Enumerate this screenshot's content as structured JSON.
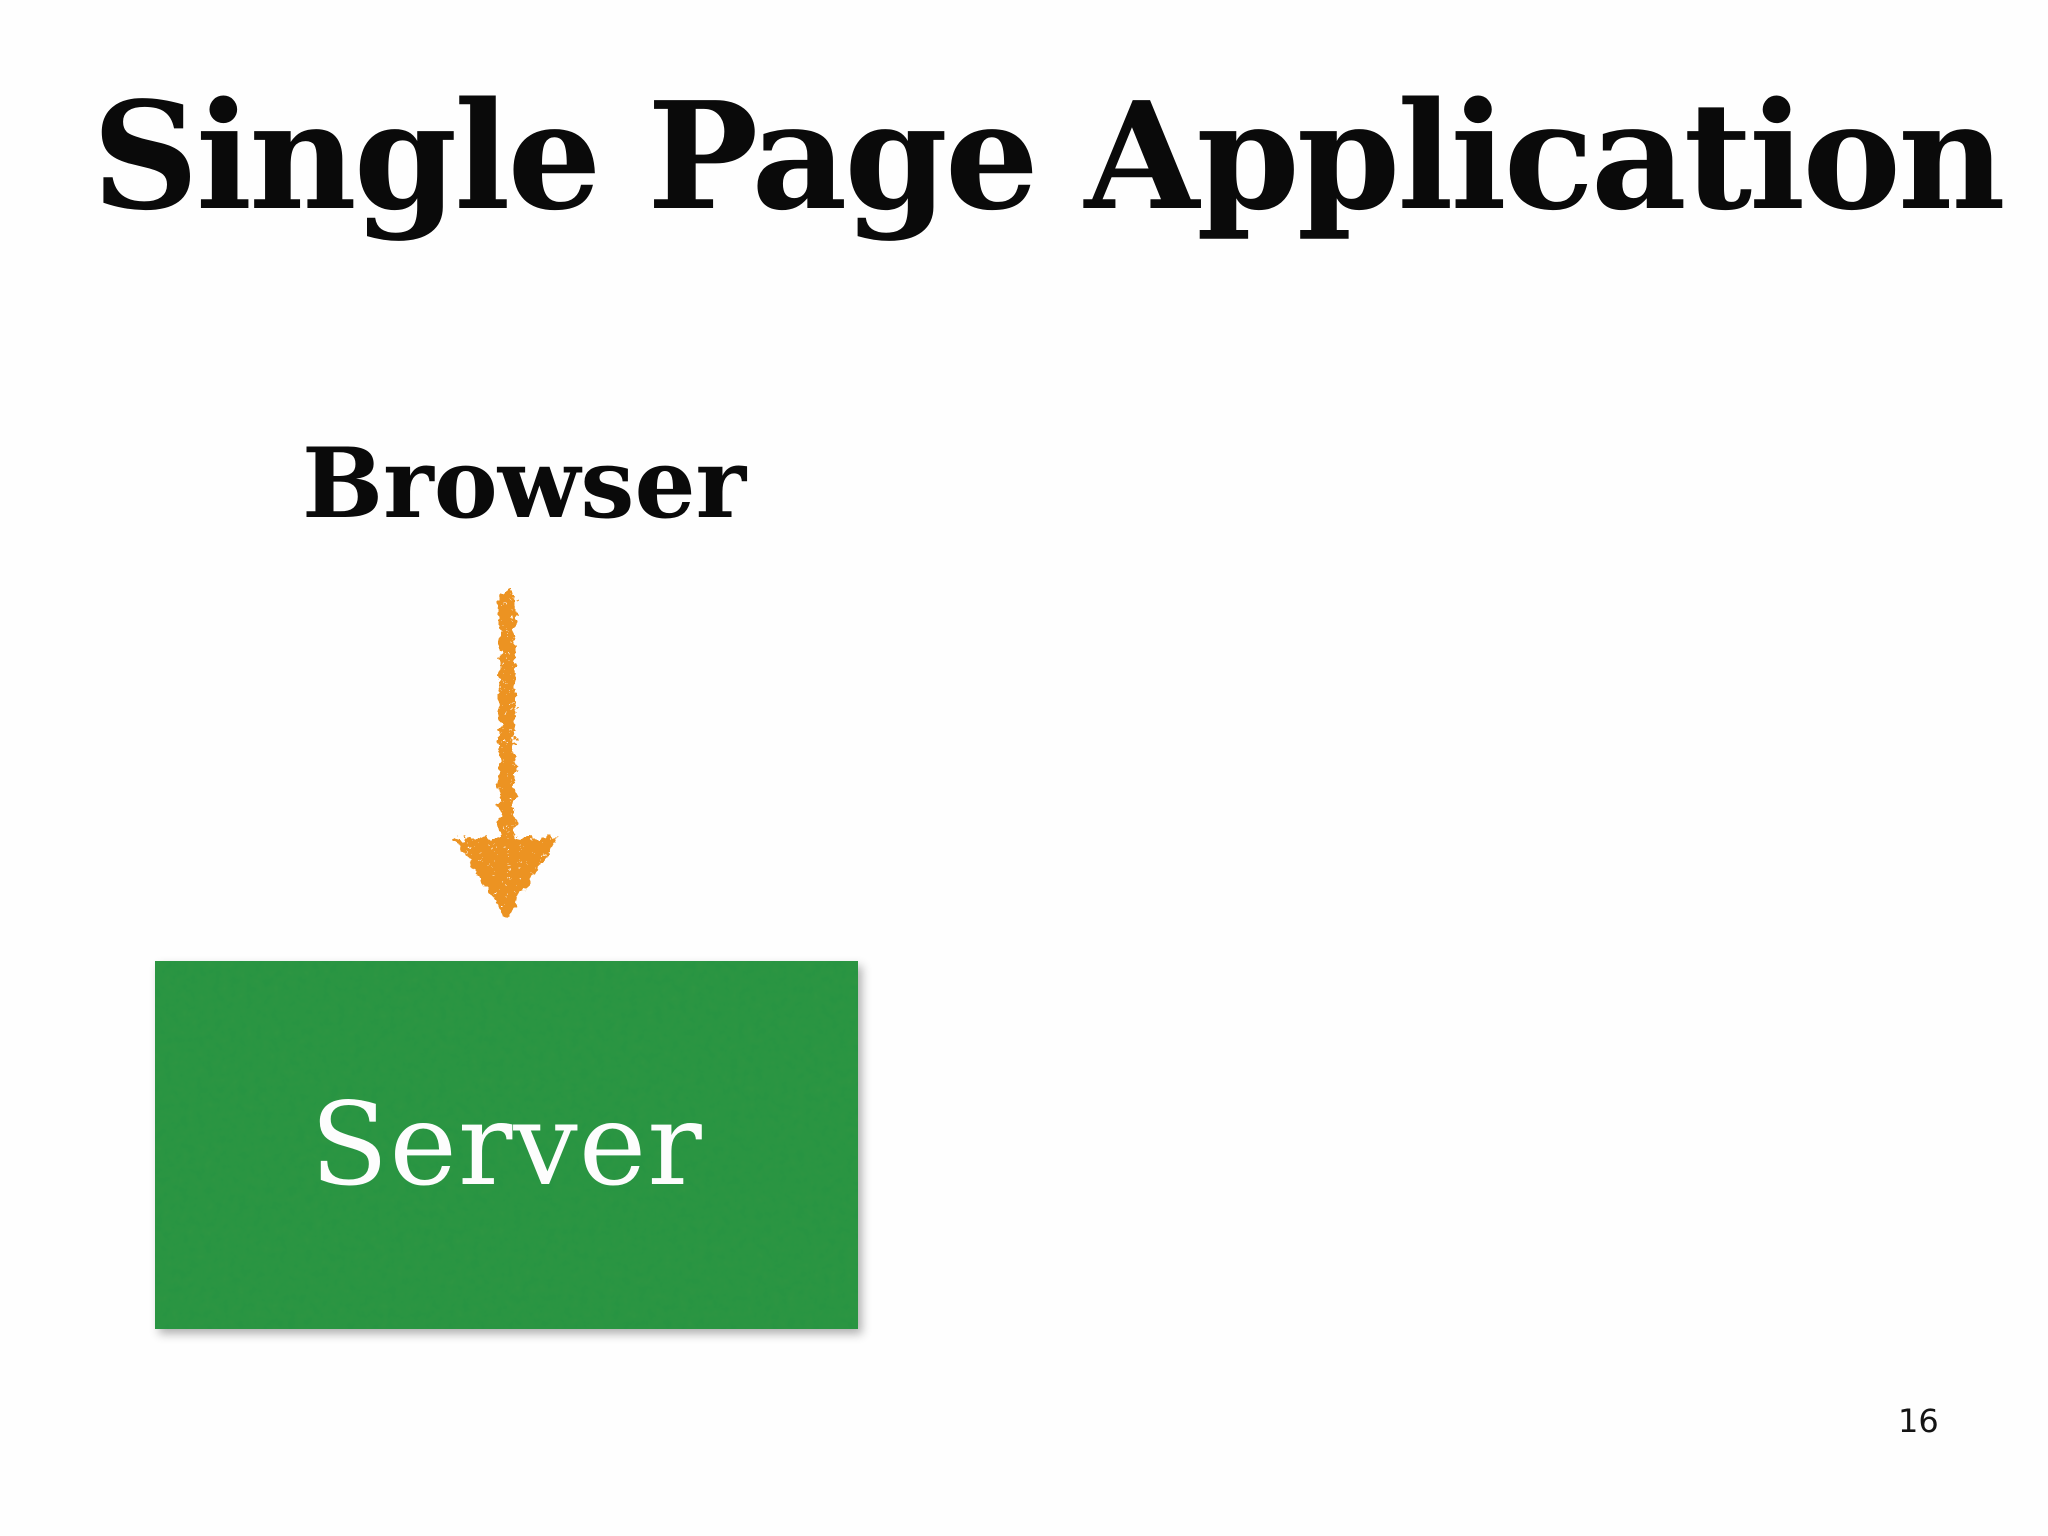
{
  "slide": {
    "title": "Single Page Application",
    "page_number": "16",
    "background_color": "#FEFEFE"
  },
  "diagram": {
    "browser_label": "Browser",
    "server_label": "Server",
    "edge": {
      "from": "Browser",
      "to": "Server",
      "direction": "down",
      "style": "hand-drawn-crayon"
    },
    "colors": {
      "arrow_orange": "#EC9320",
      "server_box_green": "#2E9642",
      "server_text_white": "#FDFDFD",
      "title_black": "#0A0A0A"
    }
  }
}
